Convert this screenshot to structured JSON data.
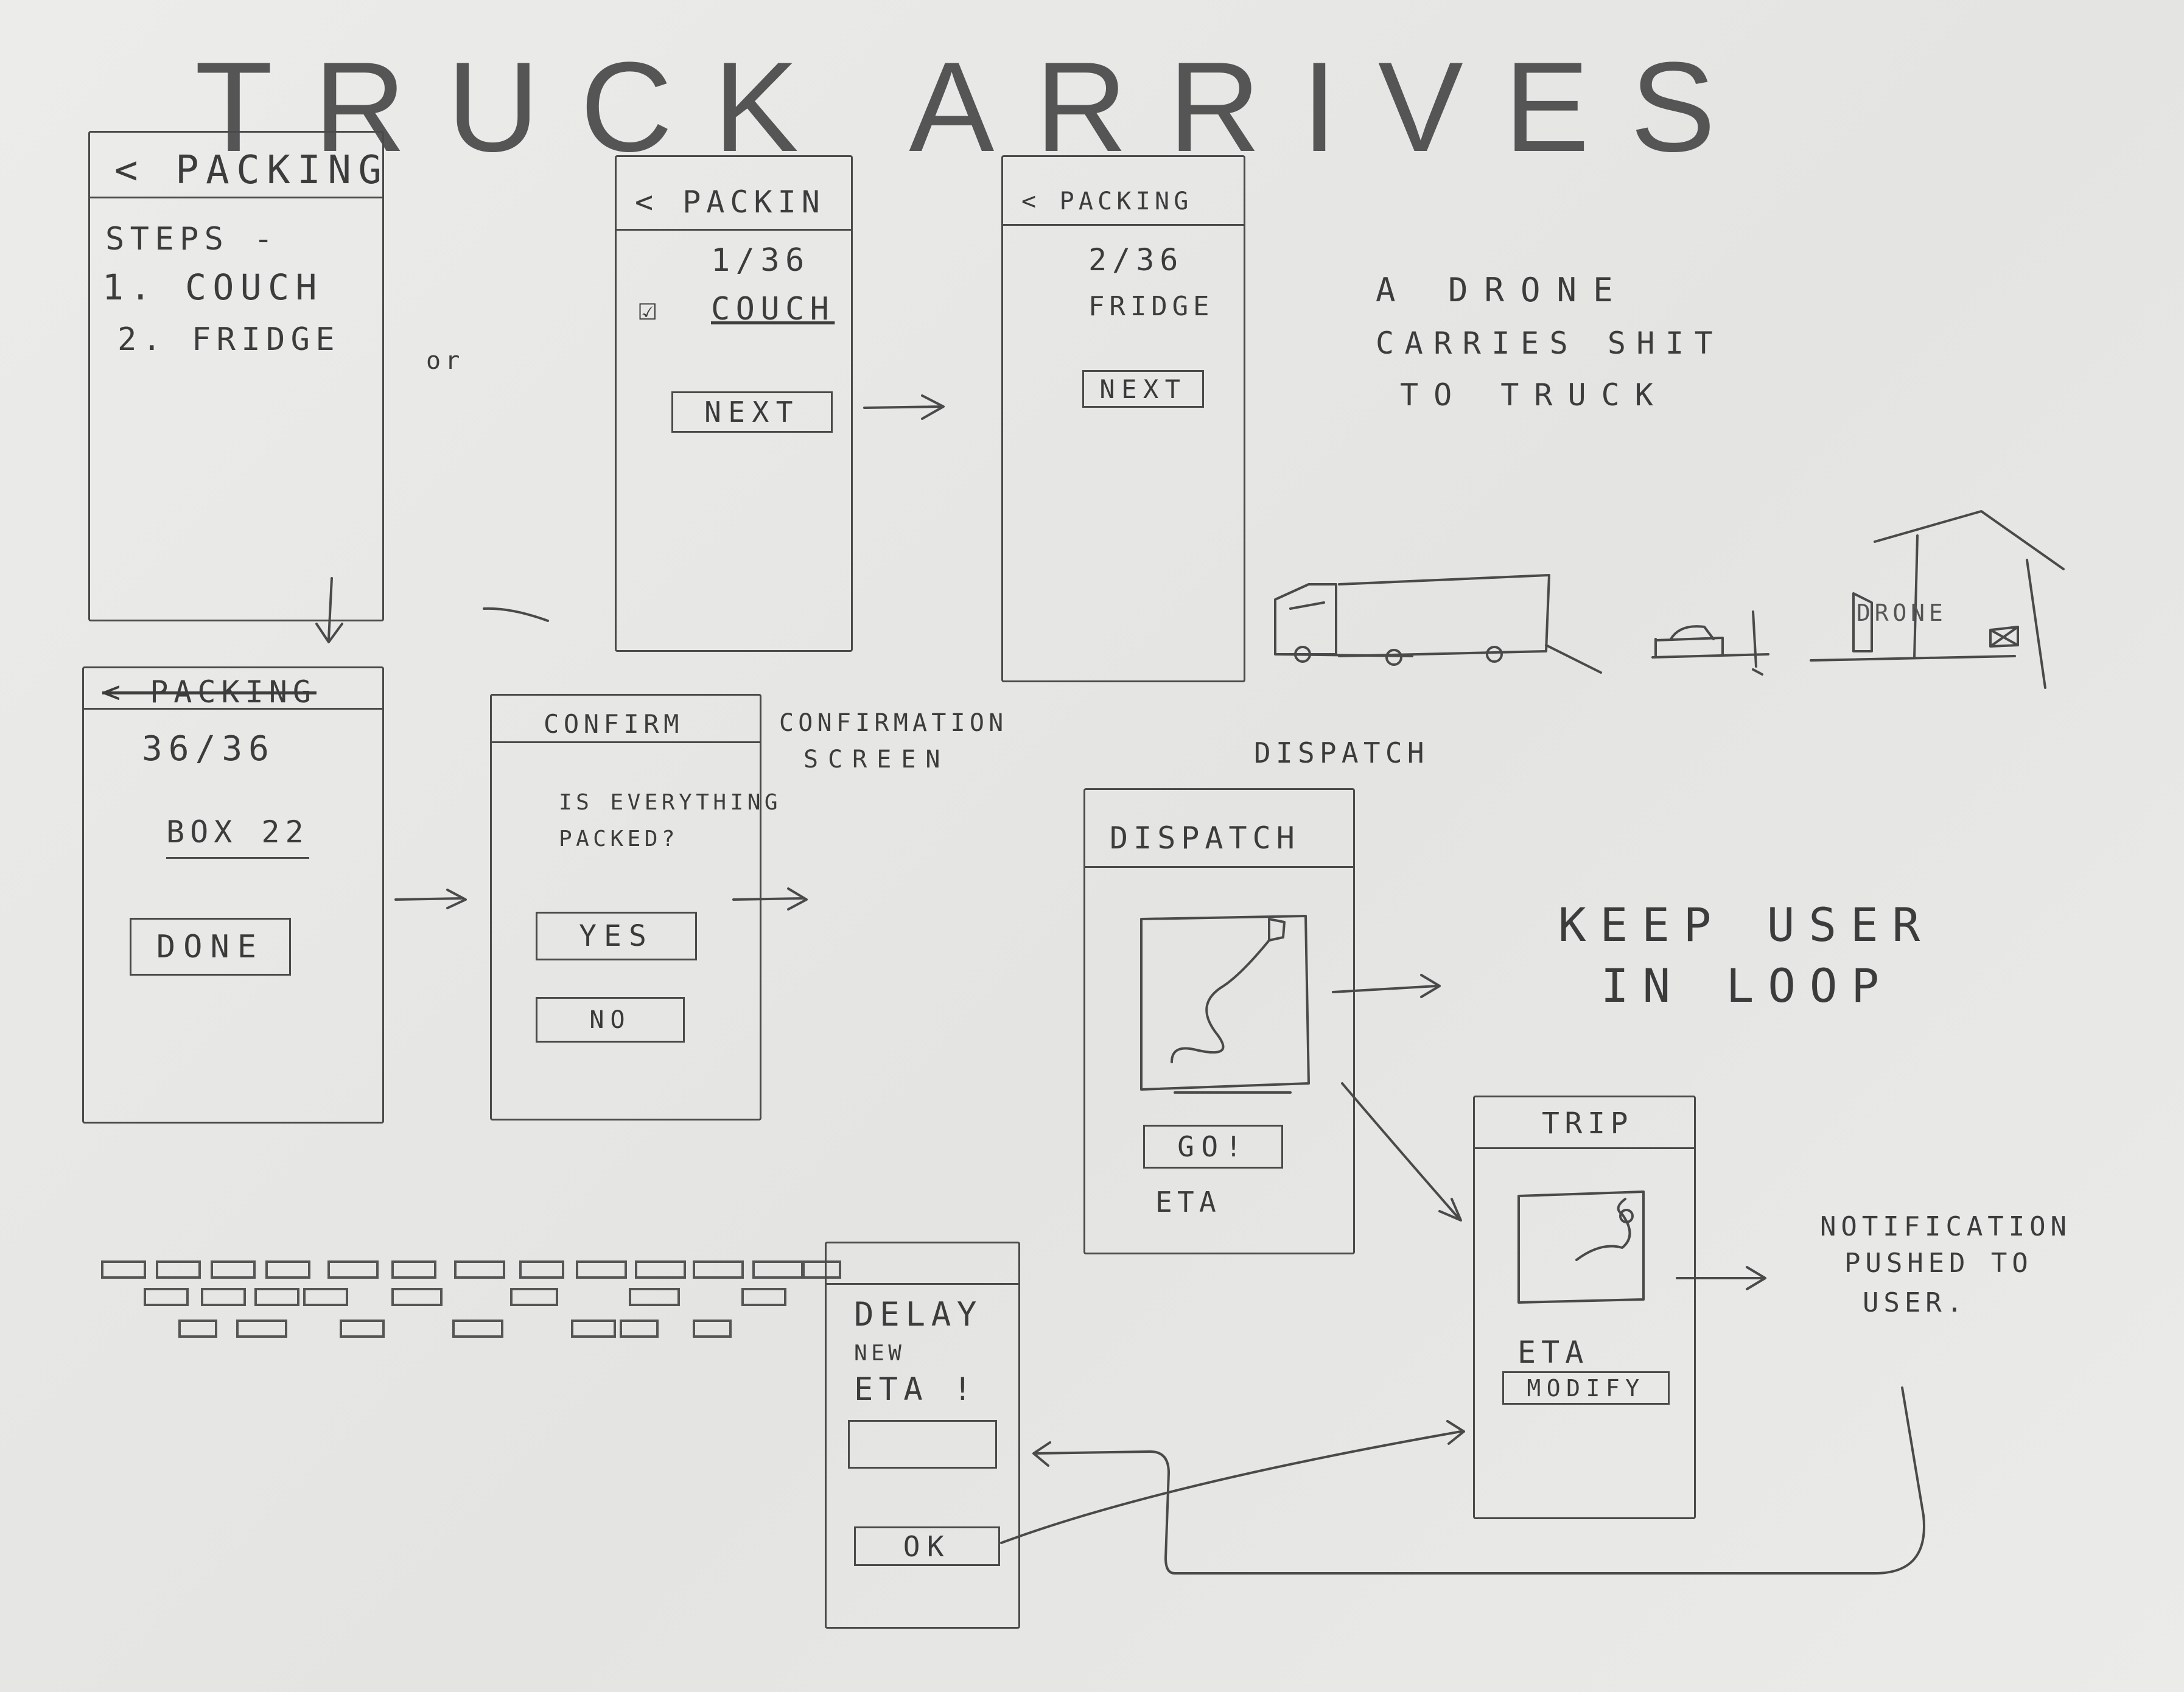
{
  "title": "TRUCK ARRIVES",
  "connector_or": "or",
  "screens": {
    "steps": {
      "header": "< PACKING",
      "label": "STEPS -",
      "items": [
        "1. COUCH",
        "2. FRIDGE"
      ]
    },
    "step1": {
      "header": "< PACKIN",
      "counter": "1/36",
      "item": "COUCH",
      "button": "NEXT"
    },
    "step2": {
      "header": "< PACKING",
      "counter": "2/36",
      "item": "FRIDGE",
      "button": "NEXT"
    },
    "final": {
      "header": "< PACKING",
      "counter": "36/36",
      "item": "BOX 22",
      "button": "DONE"
    },
    "confirm": {
      "header": "CONFIRM",
      "question_line1": "IS EVERYTHING",
      "question_line2": "PACKED?",
      "yes": "YES",
      "no": "NO"
    },
    "dispatch": {
      "header": "DISPATCH",
      "button": "GO!",
      "eta": "ETA"
    },
    "trip": {
      "header": "TRIP",
      "eta": "ETA",
      "button": "MODIFY"
    },
    "delay": {
      "header": "DELAY",
      "line1": "NEW",
      "line2": "ETA !",
      "button": "OK"
    }
  },
  "notes": {
    "drone_line1": "A DRONE",
    "drone_line2": "CARRIES SHIT",
    "drone_line3": "TO TRUCK",
    "drone_label": "DRONE",
    "confirmation_line1": "CONFIRMATION",
    "confirmation_line2": "SCREEN",
    "dispatch_label": "DISPATCH",
    "keep_line1": "KEEP USER",
    "keep_line2": "IN LOOP",
    "notif_line1": "NOTIFICATION",
    "notif_line2": "PUSHED TO",
    "notif_line3": "USER."
  }
}
